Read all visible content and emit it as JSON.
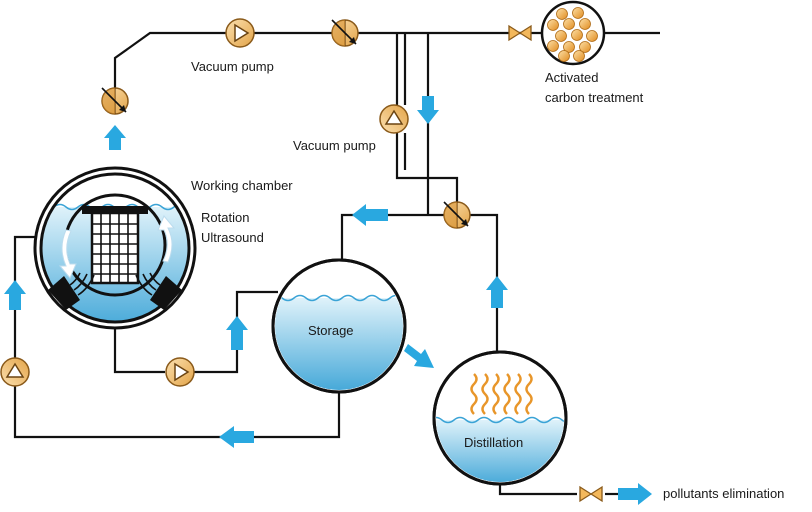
{
  "labels": {
    "vacuum_pump_top": "Vacuum pump",
    "vacuum_pump_mid": "Vacuum pump",
    "activated_carbon_line1": "Activated",
    "activated_carbon_line2": "carbon treatment",
    "working_chamber": "Working chamber",
    "rotation": "Rotation",
    "ultrasound": "Ultrasound",
    "storage": "Storage",
    "distillation": "Distillation",
    "pollutants_elimination": "pollutants elimination"
  },
  "colors": {
    "pipe": "#111111",
    "arrow": "#29a8e0",
    "liquid_light": "#e3f4fb",
    "liquid_dark": "#3ca6d8",
    "pump_fill": "#f6c27a",
    "pump_stroke": "#8a5a1a",
    "carbon_particle": "#e8962a",
    "vapor": "#e8962a"
  },
  "icons": {
    "pump": "pump-icon",
    "valve": "valve-icon",
    "flow_arrow": "flow-arrow-icon",
    "carbon_filter": "activated-carbon-filter-icon",
    "basket": "basket-icon",
    "transducer": "ultrasound-transducer-icon"
  }
}
